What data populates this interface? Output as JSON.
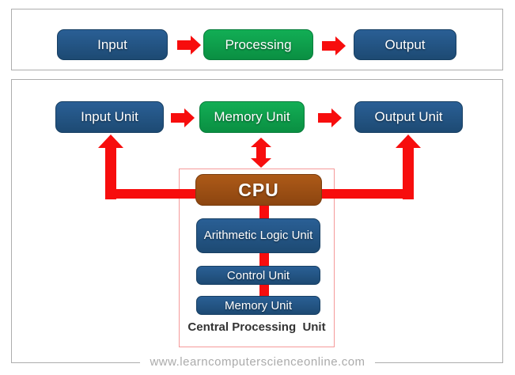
{
  "top_diagram": {
    "nodes": [
      {
        "label": "Input",
        "color": "#1F4E79"
      },
      {
        "label": "Processing",
        "color": "#0C9D4A"
      },
      {
        "label": "Output",
        "color": "#1F4E79"
      }
    ]
  },
  "main_diagram": {
    "units": [
      {
        "label": "Input Unit",
        "color": "#1F4E79"
      },
      {
        "label": "Memory Unit",
        "color": "#0C9D4A"
      },
      {
        "label": "Output Unit",
        "color": "#1F4E79"
      }
    ],
    "cpu_group": {
      "cpu_label": "CPU",
      "cpu_color": "#9B4E14",
      "sub_units": [
        "Arithmetic Logic Unit",
        "Control Unit",
        "Memory Unit"
      ],
      "caption": "Central Processing  Unit",
      "group_border_color": "#F59A9A"
    },
    "arrow_color": "#F70D0D"
  },
  "footer": {
    "watermark": "www.learncomputerscienceonline.com"
  }
}
